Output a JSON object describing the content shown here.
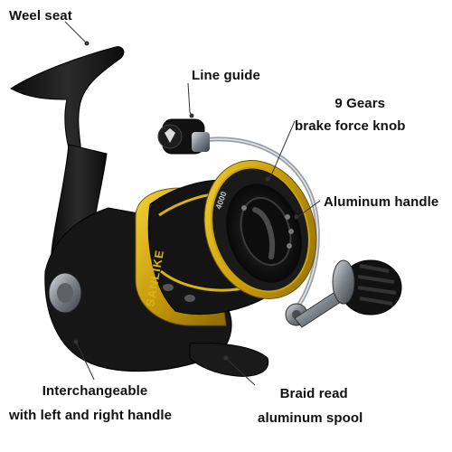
{
  "image_description_labels": {
    "weel_seat": "Weel seat",
    "line_guide": "Line guide",
    "gears_line1": "9 Gears",
    "gears_line2": "brake force knob",
    "aluminum_handle": "Aluminum handle",
    "interchangeable_line1": "Interchangeable",
    "interchangeable_line2": "with left and right handle",
    "braid_line1": "Braid read",
    "braid_line2": "aluminum spool"
  },
  "product_markings": {
    "brand": "SANLIKE",
    "size": "4000"
  },
  "colors": {
    "body_black": "#161616",
    "accent_gold": "#d9b316",
    "metal_gray": "#8a8f96",
    "leader_line": "#333333"
  }
}
